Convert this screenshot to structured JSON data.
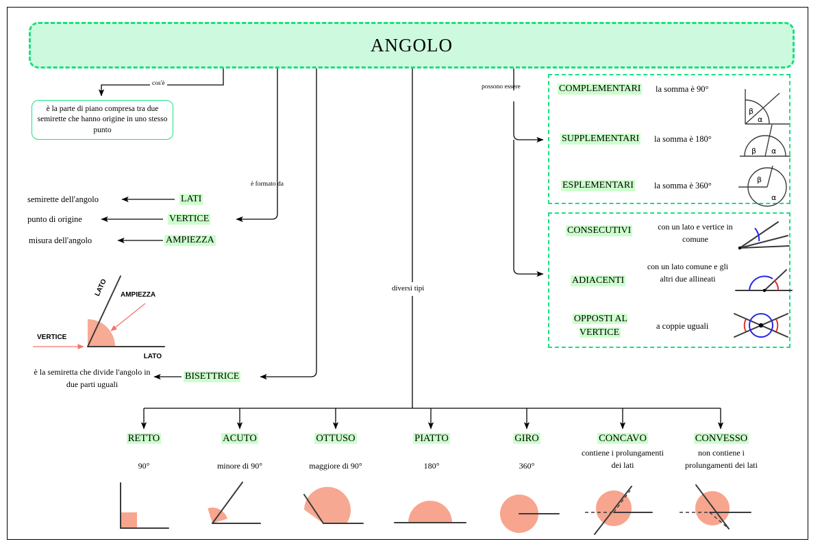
{
  "title": "ANGOLO",
  "connectors": {
    "cose": "cos'è",
    "possono_essere": "possono essere",
    "e_formato_da": "è formato da",
    "diversi_tipi": "diversi tipi"
  },
  "definition": "è la parte di piano compresa tra due semirette che hanno origine in uno stesso punto",
  "components": [
    {
      "term": "LATI",
      "meaning": "semirette dell'angolo"
    },
    {
      "term": "VERTICE",
      "meaning": "punto di origine"
    },
    {
      "term": "AMPIEZZA",
      "meaning": "misura dell'angolo"
    }
  ],
  "angle_figure": {
    "vertice_label": "VERTICE",
    "ampiezza_label": "AMPIEZZA",
    "lato_label_1": "LATO",
    "lato_label_2": "LATO"
  },
  "bisettrice": {
    "term": "BISETTRICE",
    "meaning": "è la semiretta che divide l'angolo in due parti uguali"
  },
  "pairs_sum": [
    {
      "term": "COMPLEMENTARI",
      "desc": "la somma è 90°",
      "icon": "complementary-angles-icon"
    },
    {
      "term": "SUPPLEMENTARI",
      "desc": "la somma è 180°",
      "icon": "supplementary-angles-icon"
    },
    {
      "term": "ESPLEMENTARI",
      "desc": "la somma è 360°",
      "icon": "explementary-angles-icon"
    }
  ],
  "pairs_position": [
    {
      "term": "CONSECUTIVI",
      "desc": "con un lato e vertice in comune",
      "icon": "consecutive-angles-icon"
    },
    {
      "term": "ADIACENTI",
      "desc": "con un lato comune e gli altri due allineati",
      "icon": "adjacent-angles-icon"
    },
    {
      "term": "OPPOSTI AL VERTICE",
      "desc": "a coppie uguali",
      "icon": "vertical-angles-icon"
    }
  ],
  "greek": {
    "alpha": "α",
    "beta": "β"
  },
  "types": [
    {
      "term": "RETTO",
      "desc": "90°",
      "icon": "right-angle-icon"
    },
    {
      "term": "ACUTO",
      "desc": "minore di 90°",
      "icon": "acute-angle-icon"
    },
    {
      "term": "OTTUSO",
      "desc": "maggiore di 90°",
      "icon": "obtuse-angle-icon"
    },
    {
      "term": "PIATTO",
      "desc": "180°",
      "icon": "straight-angle-icon"
    },
    {
      "term": "GIRO",
      "desc": "360°",
      "icon": "full-angle-icon"
    },
    {
      "term": "CONCAVO",
      "desc": "contiene i prolungamenti dei lati",
      "icon": "concave-angle-icon"
    },
    {
      "term": "CONVESSO",
      "desc": "non contiene i prolungamenti dei lati",
      "icon": "convex-angle-icon"
    }
  ],
  "colors": {
    "box_fill": "#cdfade",
    "dashed_border": "#16e07e",
    "keyword_highlight": "#ccffcc",
    "angle_fill": "#f7a58e",
    "arc_blue": "#2424e8",
    "arc_red": "#e03030",
    "accent_red": "#f4736a"
  }
}
